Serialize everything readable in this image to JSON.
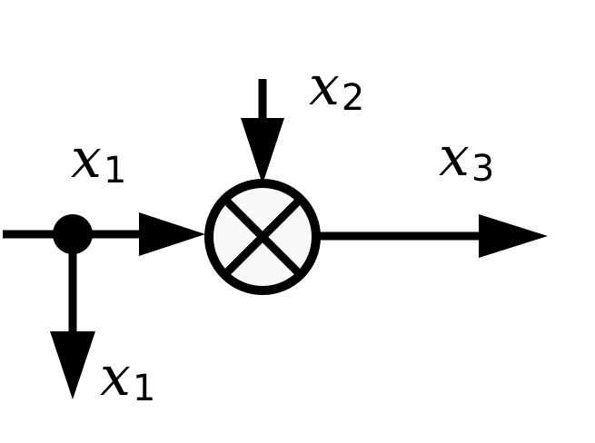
{
  "diagram": {
    "labels": {
      "input_top": {
        "var": "x",
        "sub": "1"
      },
      "input_bottom": {
        "var": "x",
        "sub": "1"
      },
      "multiplier_input": {
        "var": "x",
        "sub": "2"
      },
      "output": {
        "var": "x",
        "sub": "3"
      }
    },
    "colors": {
      "stroke": "#000000",
      "junction_fill": "#000000",
      "multiplier_fill": "#f8f8f8",
      "background": "#ffffff"
    },
    "symbols": {
      "junction": "branch-point",
      "operator": "multiplication-junction"
    }
  }
}
